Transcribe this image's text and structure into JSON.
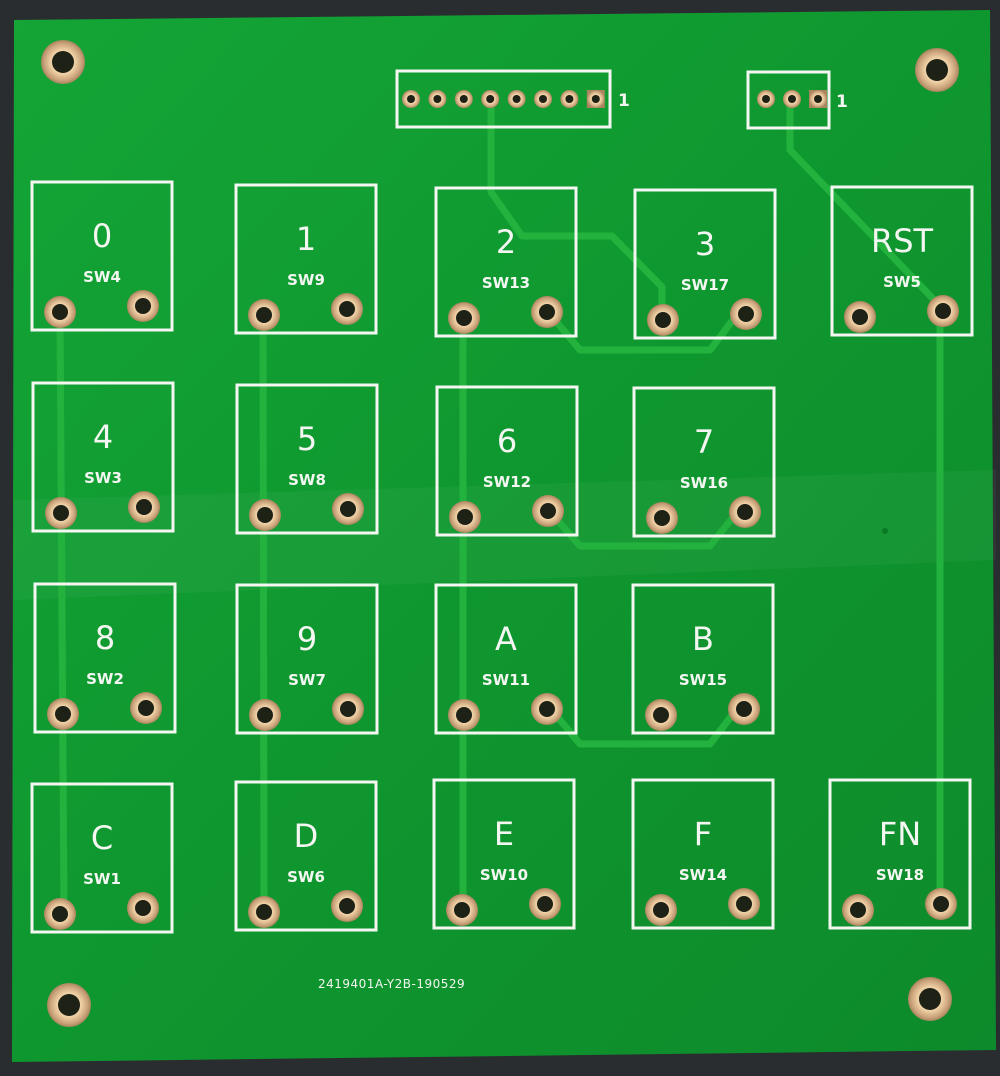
{
  "board": {
    "colors": {
      "background": "#2a2d2f",
      "board": "#109a31",
      "copper": "#23b23e",
      "silkscreen": "#f4f6f2",
      "pad": "#d9b48a",
      "hole": "#1d2116"
    },
    "headers": [
      {
        "name": "header-8pin",
        "pins": 8,
        "pin1_label": "1"
      },
      {
        "name": "header-3pin",
        "pins": 3,
        "pin1_label": "1"
      }
    ],
    "keys": [
      {
        "label": "0",
        "ref": "SW4"
      },
      {
        "label": "1",
        "ref": "SW9"
      },
      {
        "label": "2",
        "ref": "SW13"
      },
      {
        "label": "3",
        "ref": "SW17"
      },
      {
        "label": "RST",
        "ref": "SW5"
      },
      {
        "label": "4",
        "ref": "SW3"
      },
      {
        "label": "5",
        "ref": "SW8"
      },
      {
        "label": "6",
        "ref": "SW12"
      },
      {
        "label": "7",
        "ref": "SW16"
      },
      {
        "label": "8",
        "ref": "SW2"
      },
      {
        "label": "9",
        "ref": "SW7"
      },
      {
        "label": "A",
        "ref": "SW11"
      },
      {
        "label": "B",
        "ref": "SW15"
      },
      {
        "label": "C",
        "ref": "SW1"
      },
      {
        "label": "D",
        "ref": "SW6"
      },
      {
        "label": "E",
        "ref": "SW10"
      },
      {
        "label": "F",
        "ref": "SW14"
      },
      {
        "label": "FN",
        "ref": "SW18"
      }
    ],
    "board_id": "2419401A-Y2B-190529"
  }
}
